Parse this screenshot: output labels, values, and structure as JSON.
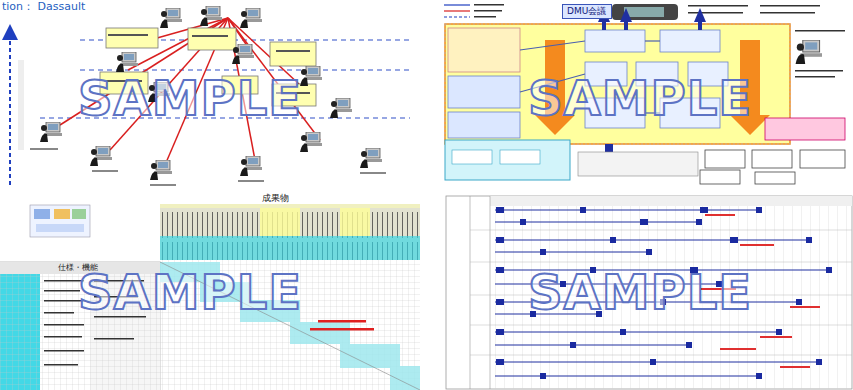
{
  "diagram": {
    "nodes": [
      {
        "text": [
          "DMU会議"
        ]
      }
    ],
    "labels": [
      "tion： Dassault",
      "SAMPLE",
      "SAMPLE",
      "SAMPLE",
      "SAMPLE",
      "成果物",
      "仕様・機能"
    ]
  }
}
